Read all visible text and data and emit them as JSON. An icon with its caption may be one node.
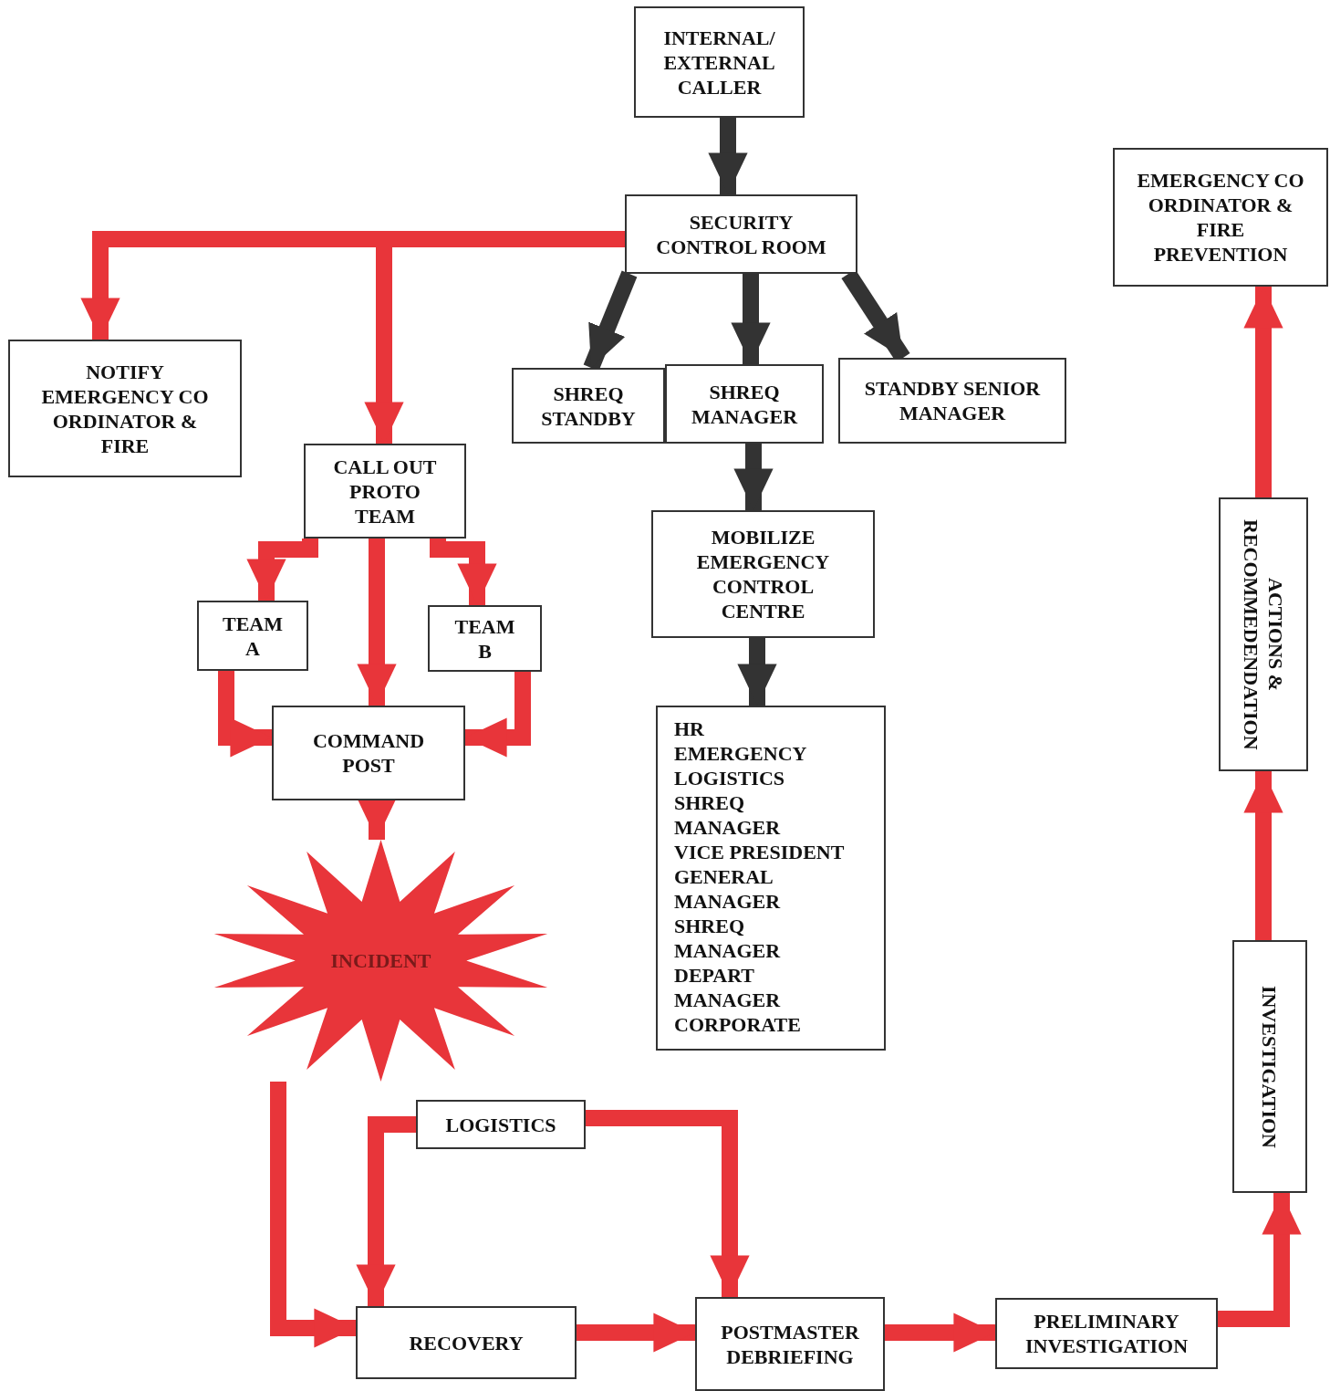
{
  "diagram": {
    "nodes": [
      {
        "text": [
          "INTERNAL/ EXTERNAL CALLER"
        ]
      },
      {
        "text": [
          "SECURITY CONTROL ROOM"
        ]
      },
      {
        "text": [
          "EMERGENCY CO ORDINATOR & FIRE PREVENTION"
        ]
      },
      {
        "text": [
          "NOTIFY EMERGENCY CO ORDINATOR & FIRE"
        ]
      },
      {
        "text": [
          "SHREQ STANDBY"
        ]
      },
      {
        "text": [
          "SHREQ MANAGER"
        ]
      },
      {
        "text": [
          "STANDBY SENIOR MANAGER"
        ]
      },
      {
        "text": [
          "CALL OUT PROTO TEAM"
        ]
      },
      {
        "text": [
          "MOBILIZE EMERGENCY CONTROL CENTRE"
        ]
      },
      {
        "text": [
          "TEAM A"
        ]
      },
      {
        "text": [
          "TEAM B"
        ]
      },
      {
        "text": [
          "ACTIONS & RECOMMEDENDATION"
        ]
      },
      {
        "text": [
          "COMMAND POST"
        ]
      },
      {
        "text": [
          "HR",
          "EMERGENCY",
          "LOGISTICS",
          "SHREQ",
          "MANAGER",
          "VICE PRESIDENT",
          "GENERAL",
          "MANAGER",
          "SHREQ",
          "MANAGER",
          "DEPART",
          "MANAGER",
          "CORPORATE"
        ]
      },
      {
        "text": [
          "INCIDENT"
        ]
      },
      {
        "text": [
          "INVESTIGATION"
        ]
      },
      {
        "text": [
          "LOGISTICS"
        ]
      },
      {
        "text": [
          "RECOVERY"
        ]
      },
      {
        "text": [
          "POSTMASTER DEBRIEFING"
        ]
      },
      {
        "text": [
          "PRELIMINARY INVESTIGATION"
        ]
      }
    ],
    "edges": [
      {
        "from": 0,
        "to": 1,
        "arrow": "to",
        "color": "#333333"
      },
      {
        "from": 1,
        "to": 3,
        "arrow": "to"
      },
      {
        "from": 1,
        "to": 7,
        "arrow": "to"
      },
      {
        "from": 1,
        "to": 4,
        "arrow": "to",
        "color": "#333333"
      },
      {
        "from": 1,
        "to": 5,
        "arrow": "to",
        "color": "#333333"
      },
      {
        "from": 1,
        "to": 6,
        "arrow": "to",
        "color": "#333333"
      },
      {
        "from": 5,
        "to": 8,
        "arrow": "to",
        "color": "#333333"
      },
      {
        "from": 8,
        "to": 13,
        "arrow": "to",
        "color": "#333333"
      },
      {
        "from": 7,
        "to": 9,
        "arrow": "to"
      },
      {
        "from": 7,
        "to": 12,
        "arrow": "to"
      },
      {
        "from": 7,
        "to": 10,
        "arrow": "to"
      },
      {
        "from": 9,
        "to": 12,
        "arrow": "to"
      },
      {
        "from": 10,
        "to": 12,
        "arrow": "to"
      },
      {
        "from": 12,
        "to": 14,
        "arrow": "to"
      },
      {
        "from": 14,
        "to": 17,
        "arrow": "to"
      },
      {
        "from": 16,
        "to": 17,
        "arrow": "to"
      },
      {
        "from": 16,
        "to": 18,
        "arrow": "to"
      },
      {
        "from": 17,
        "to": 18,
        "arrow": "to"
      },
      {
        "from": 18,
        "to": 19,
        "arrow": "to"
      },
      {
        "from": 19,
        "to": 15,
        "arrow": "to"
      },
      {
        "from": 15,
        "to": 11,
        "arrow": "to"
      },
      {
        "from": 11,
        "to": 2,
        "arrow": "to"
      }
    ]
  }
}
